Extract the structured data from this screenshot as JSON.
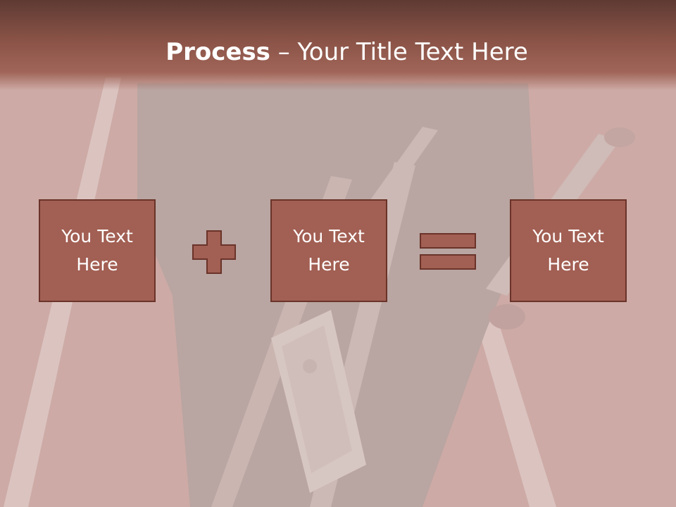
{
  "slide": {
    "title_bold": "Process",
    "title_rest": " – Your Title Text Here",
    "boxes": [
      {
        "line1": "You Text",
        "line2": "Here"
      },
      {
        "line1": "You Text",
        "line2": "Here"
      },
      {
        "line1": "You Text",
        "line2": "Here"
      }
    ],
    "operators": [
      "plus-icon",
      "equals-icon"
    ]
  },
  "colors": {
    "title_bar": "#8a5347",
    "box_fill": "#a25f53",
    "box_border": "#6a3329",
    "text": "#ffffff"
  }
}
